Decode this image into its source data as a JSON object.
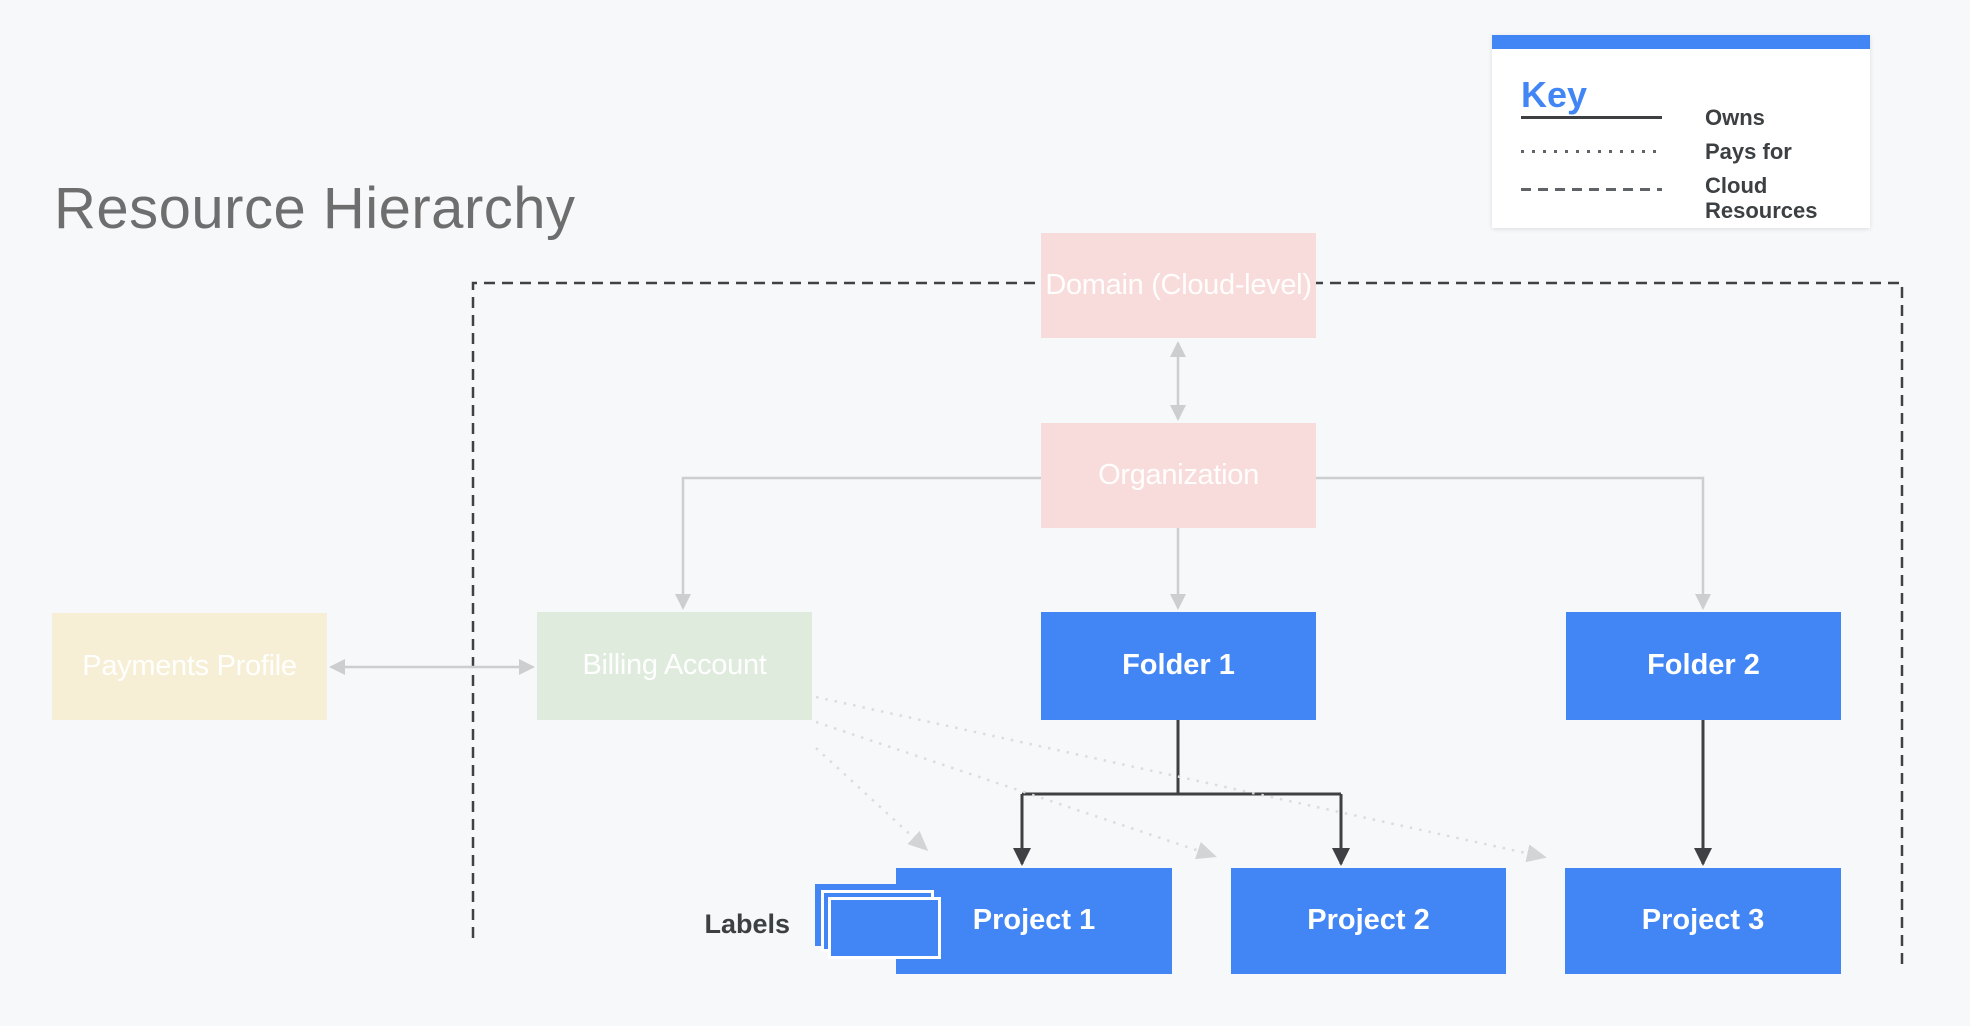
{
  "title": "Resource Hierarchy",
  "key": {
    "title": "Key",
    "items": [
      {
        "label": "Owns",
        "line_style": "solid"
      },
      {
        "label": "Pays for",
        "line_style": "dotted"
      },
      {
        "label": "Cloud Resources",
        "line_style": "dashed"
      }
    ]
  },
  "nodes": {
    "domain": {
      "label": "Domain (Cloud-level)",
      "color": "#f8dcdb"
    },
    "organization": {
      "label": "Organization",
      "color": "#f8dcdb"
    },
    "payments_profile": {
      "label": "Payments Profile",
      "color": "#f7eed6"
    },
    "billing_account": {
      "label": "Billing Account",
      "color": "#dfebdd"
    },
    "folder_1": {
      "label": "Folder 1",
      "color": "#4285f4"
    },
    "folder_2": {
      "label": "Folder 2",
      "color": "#4285f4"
    },
    "project_1": {
      "label": "Project 1",
      "color": "#4285f4"
    },
    "project_2": {
      "label": "Project 2",
      "color": "#4285f4"
    },
    "project_3": {
      "label": "Project 3",
      "color": "#4285f4"
    }
  },
  "annotations": {
    "labels_caption": "Labels"
  },
  "edges": [
    {
      "from": "domain",
      "to": "organization",
      "relation": "owns",
      "bidirectional": true
    },
    {
      "from": "organization",
      "to": "billing_account",
      "relation": "owns"
    },
    {
      "from": "organization",
      "to": "folder_1",
      "relation": "owns"
    },
    {
      "from": "organization",
      "to": "folder_2",
      "relation": "owns"
    },
    {
      "from": "payments_profile",
      "to": "billing_account",
      "relation": "owns",
      "bidirectional": true
    },
    {
      "from": "folder_1",
      "to": "project_1",
      "relation": "owns"
    },
    {
      "from": "folder_1",
      "to": "project_2",
      "relation": "owns"
    },
    {
      "from": "folder_2",
      "to": "project_3",
      "relation": "owns"
    },
    {
      "from": "billing_account",
      "to": "project_1",
      "relation": "pays_for"
    },
    {
      "from": "billing_account",
      "to": "project_2",
      "relation": "pays_for"
    },
    {
      "from": "billing_account",
      "to": "project_3",
      "relation": "pays_for"
    }
  ],
  "colors": {
    "background": "#f6f8f9",
    "accent_blue": "#4285f4",
    "connector_light": "#ccced0",
    "connector_dark": "#3e4043",
    "dotted_light": "#dadcde",
    "boundary_dark": "#3f4245",
    "text_dark": "#3c4043",
    "title_gray": "#6e6e6e"
  }
}
